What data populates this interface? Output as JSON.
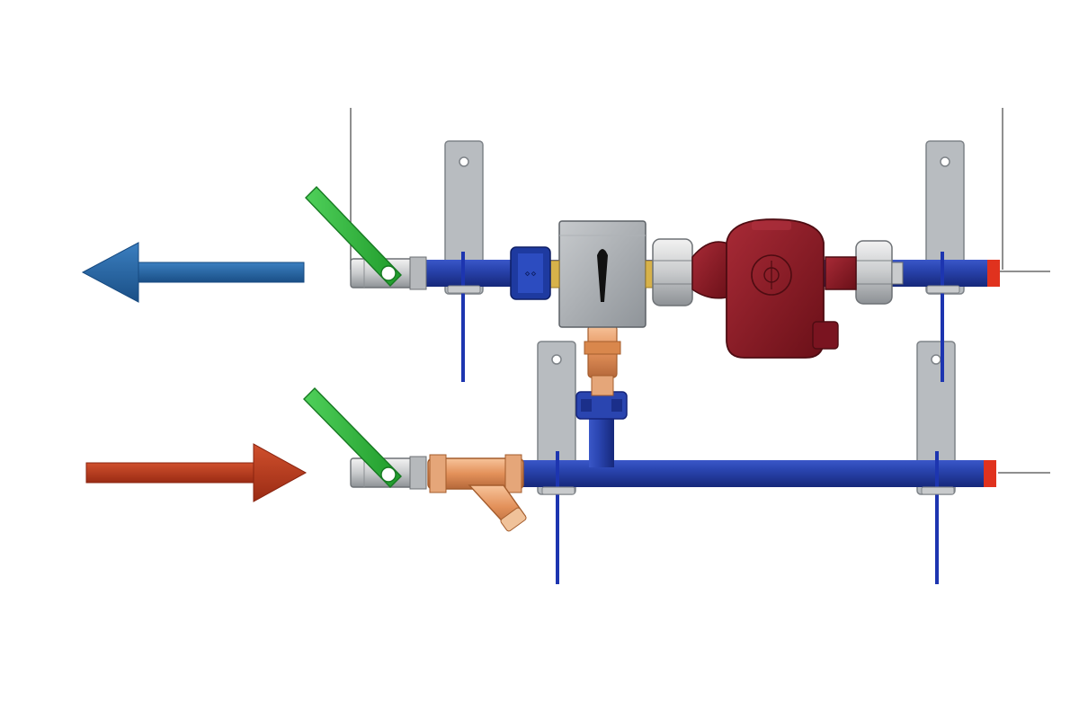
{
  "diagram": {
    "kind": "pump-station-piping",
    "background": "#ffffff",
    "arrows": [
      {
        "name": "return-flow-arrow",
        "direction": "left",
        "color": "#1f5f9a"
      },
      {
        "name": "supply-flow-arrow",
        "direction": "right",
        "color": "#b5361c"
      }
    ],
    "components": [
      {
        "name": "upper-ball-valve",
        "handle_color": "#2fb23a"
      },
      {
        "name": "lower-ball-valve",
        "handle_color": "#2fb23a"
      },
      {
        "name": "upper-pipe",
        "color": "#1e3aa0"
      },
      {
        "name": "lower-pipe",
        "color": "#1e3aa0"
      },
      {
        "name": "vertical-bypass-pipe",
        "color": "#1e3aa0"
      },
      {
        "name": "union-fitting",
        "color": "#1e3aa0"
      },
      {
        "name": "mixing-valve-body",
        "color": "#9aa0a6"
      },
      {
        "name": "check-valve",
        "color": "#e08a4a"
      },
      {
        "name": "strainer",
        "color": "#e08a4a"
      },
      {
        "name": "circulation-pump",
        "color": "#8b1a24"
      },
      {
        "name": "mounting-brackets",
        "color": "#b7bbbf"
      },
      {
        "name": "pipe-end-caps",
        "color": "#e0321e"
      }
    ]
  }
}
